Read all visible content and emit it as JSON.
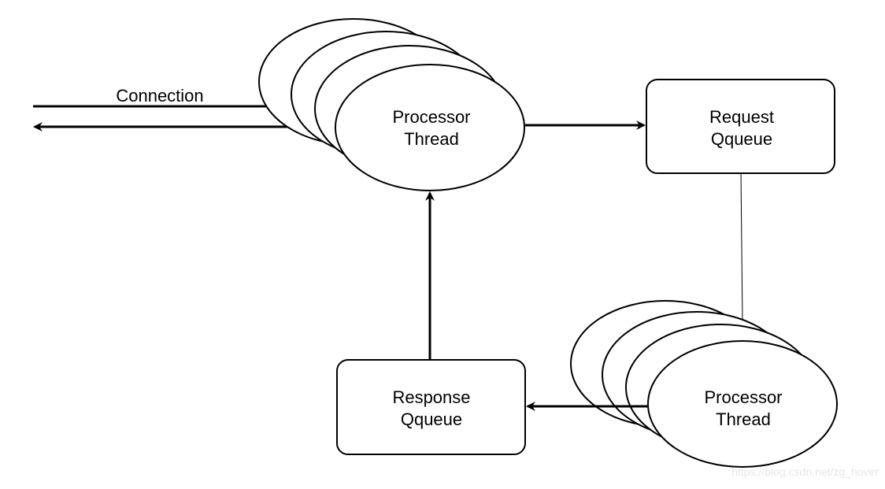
{
  "diagram": {
    "connection_label": "Connection",
    "processor_top": {
      "line1": "Processor",
      "line2": "Thread"
    },
    "request_queue": {
      "line1": "Request",
      "line2": "Qqueue"
    },
    "response_queue": {
      "line1": "Response",
      "line2": "Qqueue"
    },
    "processor_bottom": {
      "line1": "Processor",
      "line2": "Thread"
    },
    "watermark": "https://blog.csdn.net/zg_hover"
  },
  "colors": {
    "stroke": "#000000",
    "fill": "#ffffff"
  }
}
